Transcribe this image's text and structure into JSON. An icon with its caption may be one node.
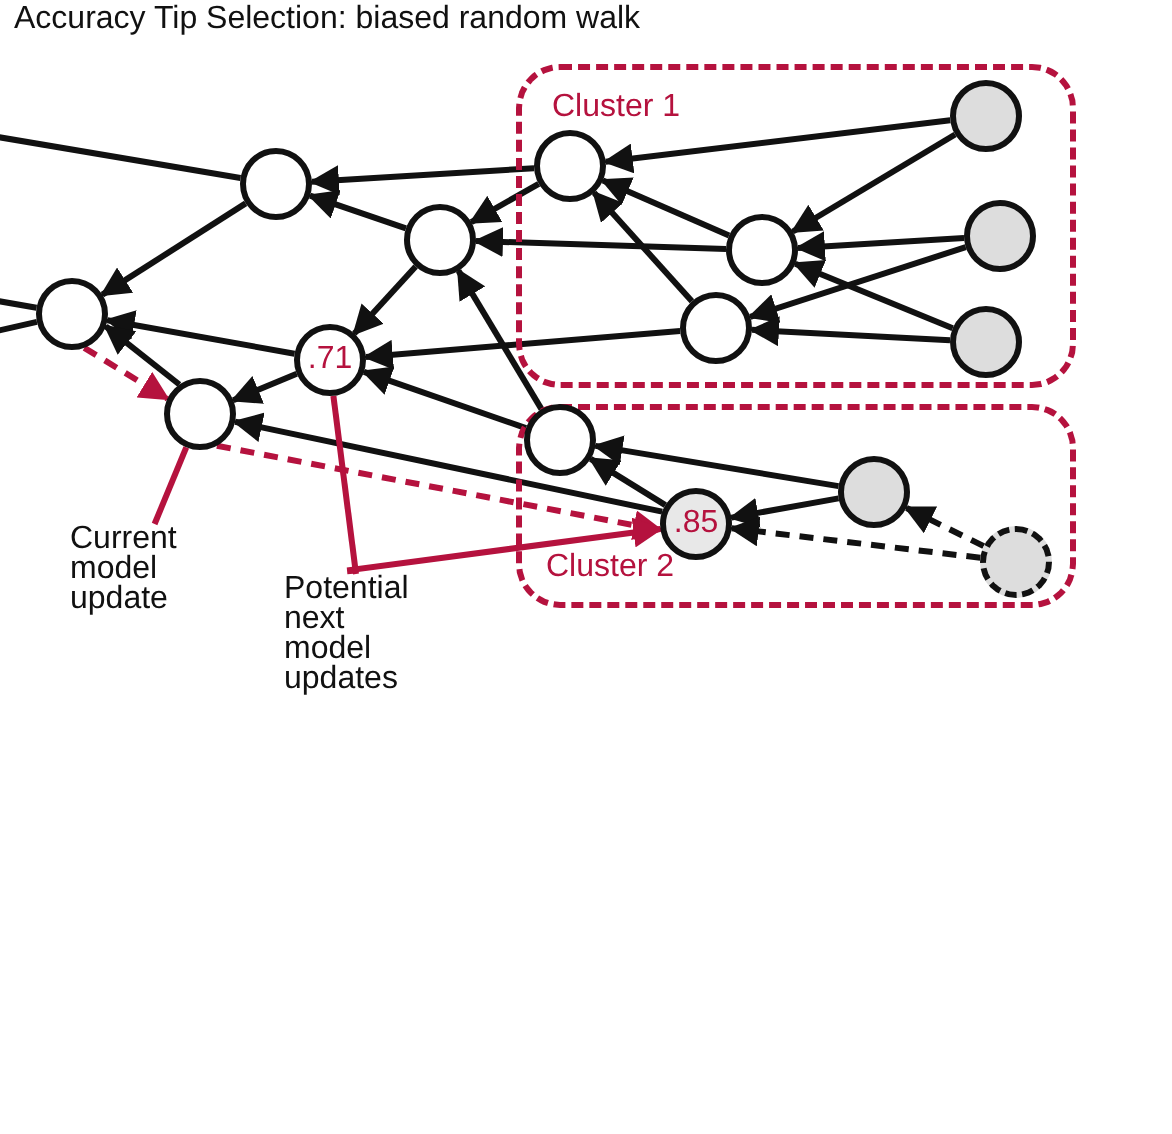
{
  "diagram": {
    "title": "Accuracy Tip Selection: biased random walk",
    "nodes": [
      {
        "text": [
          "Cluster 1"
        ]
      },
      {
        "text": [],
        "shape": "circle",
        "in": 0
      },
      {
        "text": [],
        "shape": "circle",
        "in": 0
      },
      {
        "text": [],
        "shape": "circle",
        "in": 0
      },
      {
        "text": [],
        "shape": "circle",
        "in": 0
      },
      {
        "text": [],
        "shape": "circle",
        "in": 0
      },
      {
        "text": [],
        "shape": "circle",
        "in": 0
      },
      {
        "text": [],
        "shape": "circle"
      },
      {
        "text": [],
        "shape": "circle"
      },
      {
        "text": [],
        "shape": "circle"
      },
      {
        "text": [
          ".71"
        ]
      },
      {
        "text": [],
        "shape": "circle"
      },
      {
        "text": [
          "Cluster 2"
        ]
      },
      {
        "text": [],
        "shape": "circle",
        "in": 12
      },
      {
        "text": [],
        "shape": "circle",
        "in": 12
      },
      {
        "text": [
          ".85"
        ],
        "in": 12
      },
      {
        "text": [],
        "shape": "circle",
        "in": 12
      },
      {
        "text": [
          "Current model update"
        ]
      },
      {
        "text": [
          "Potential next model updates"
        ]
      }
    ],
    "edges": [
      {
        "from": 2,
        "to": 1,
        "arrow": "to"
      },
      {
        "from": 2,
        "to": 3,
        "arrow": "to"
      },
      {
        "from": 4,
        "to": 3,
        "arrow": "to"
      },
      {
        "from": 4,
        "to": 5,
        "arrow": "to"
      },
      {
        "from": 6,
        "to": 3,
        "arrow": "to"
      },
      {
        "from": 6,
        "to": 5,
        "arrow": "to"
      },
      {
        "from": 3,
        "to": 1,
        "arrow": "to"
      },
      {
        "from": 5,
        "to": 1,
        "arrow": "to"
      },
      {
        "from": 1,
        "to": 7,
        "arrow": "to"
      },
      {
        "from": 1,
        "to": 8,
        "arrow": "to"
      },
      {
        "from": 3,
        "to": 8,
        "arrow": "to"
      },
      {
        "from": 5,
        "to": 10,
        "arrow": "to"
      },
      {
        "from": 8,
        "to": 7,
        "arrow": "to"
      },
      {
        "from": 8,
        "to": 10,
        "arrow": "to"
      },
      {
        "from": 7,
        "to": 9,
        "arrow": "to"
      },
      {
        "from": 10,
        "to": 9,
        "arrow": "to"
      },
      {
        "from": 10,
        "to": 11,
        "arrow": "to"
      },
      {
        "from": 11,
        "to": 9,
        "arrow": "to"
      },
      {
        "from": 13,
        "to": 8,
        "arrow": "to"
      },
      {
        "from": 13,
        "to": 10,
        "arrow": "to"
      },
      {
        "from": 15,
        "to": 13,
        "arrow": "to"
      },
      {
        "from": 14,
        "to": 13,
        "arrow": "to"
      },
      {
        "from": 14,
        "to": 15,
        "arrow": "to"
      },
      {
        "from": 15,
        "to": 11,
        "arrow": "to"
      },
      {
        "from": 16,
        "to": 14,
        "arrow": "to",
        "style": "dashed"
      },
      {
        "from": 16,
        "to": 15,
        "arrow": "to",
        "style": "dashed"
      },
      {
        "from": 7,
        "to": null,
        "arrow": "none"
      },
      {
        "from": 9,
        "to": null,
        "arrow": "none"
      },
      {
        "from": 9,
        "to": null,
        "arrow": "none"
      },
      {
        "from": 9,
        "to": 11,
        "arrow": "to",
        "style": "dashed",
        "color": "#b5123e"
      },
      {
        "from": 11,
        "to": 15,
        "arrow": "to",
        "style": "dashed",
        "color": "#b5123e"
      },
      {
        "from": 17,
        "to": 11,
        "arrow": "none",
        "color": "#b5123e"
      },
      {
        "from": 18,
        "to": 10,
        "arrow": "none",
        "color": "#b5123e"
      },
      {
        "from": 18,
        "to": 15,
        "arrow": "to",
        "color": "#b5123e"
      }
    ]
  }
}
